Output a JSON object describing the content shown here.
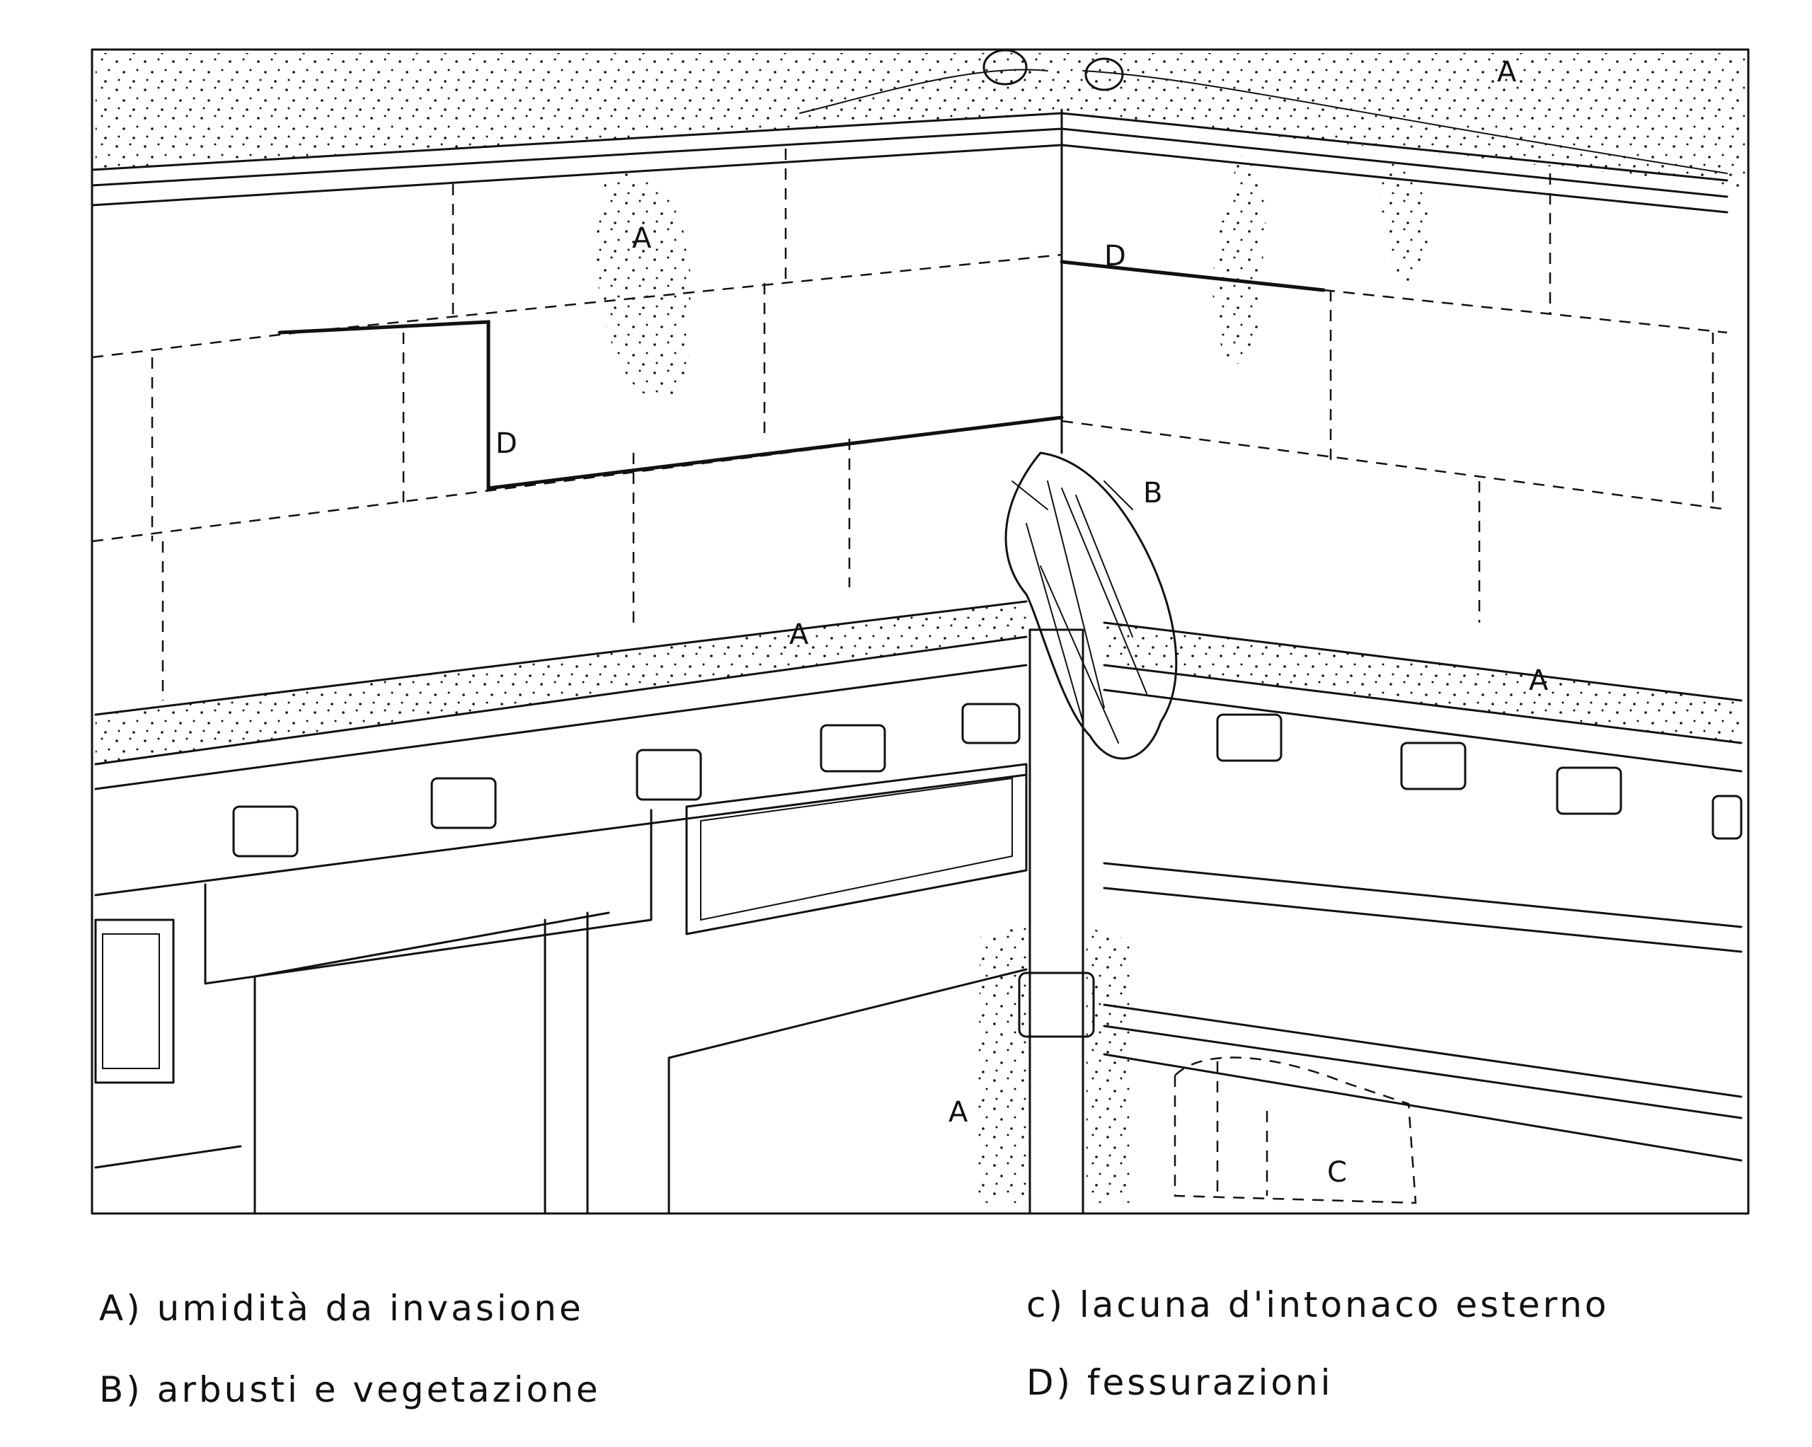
{
  "labels": {
    "a1": "A",
    "a2": "A",
    "a3": "A",
    "a4": "A",
    "a5": "A",
    "b": "B",
    "c": "C",
    "d1": "D",
    "d2": "D"
  },
  "legend": [
    {
      "text": "A) umidità da invasione"
    },
    {
      "text": "B) arbusti e vegetazione"
    },
    {
      "text": "c) lacuna d'intonaco esterno"
    },
    {
      "text": "D) fessurazioni"
    }
  ]
}
